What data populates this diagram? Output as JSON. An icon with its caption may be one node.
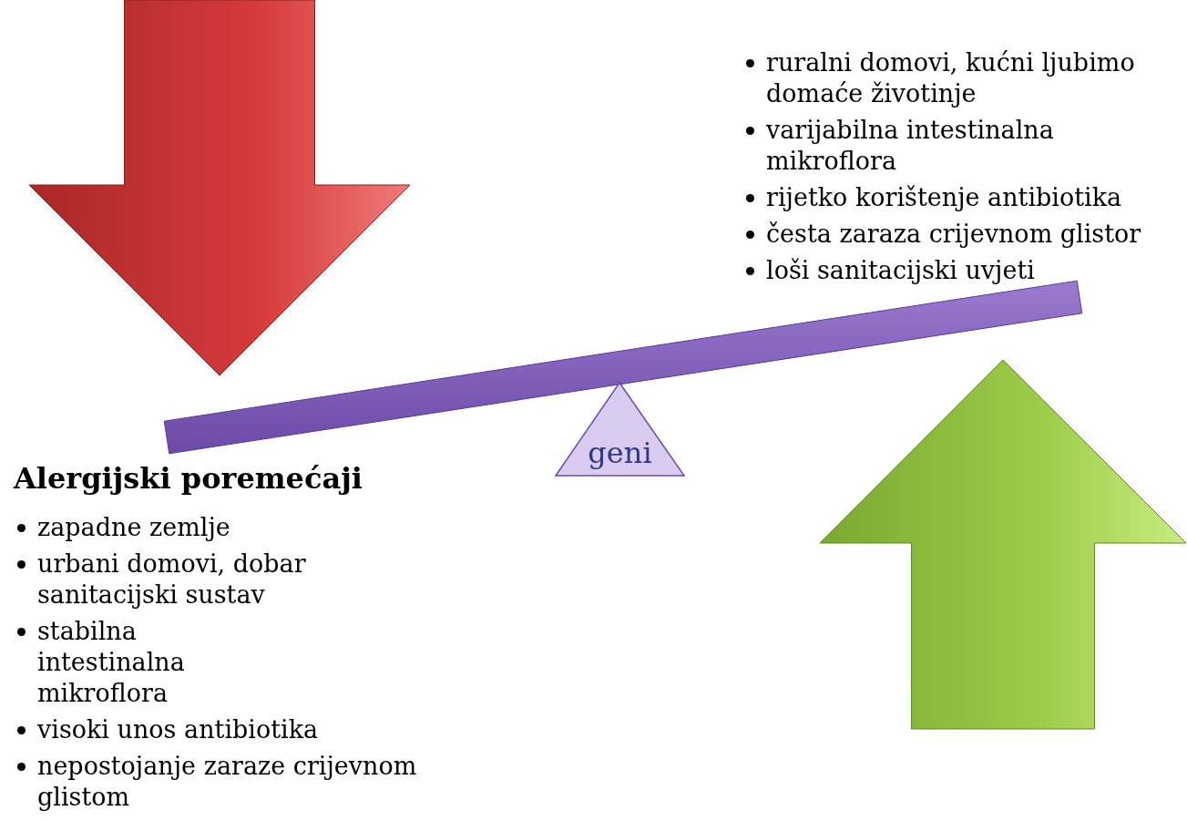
{
  "diagram": {
    "nodes": [
      {
        "text": [],
        "shape": "arrow"
      },
      {
        "text": [],
        "shape": "bar"
      },
      {
        "text": [
          "geni"
        ]
      },
      {
        "text": [],
        "shape": "arrow"
      }
    ],
    "edges": [],
    "labels": [
      "ruralni domovi, kućni ljubimo domaće životinje",
      "varijabilna intestinalna mikroflora",
      "rijetko korištenje antibiotika",
      "česta zaraza crijevnom glistor",
      "loši sanitacijski uvjeti",
      "Alergijski poremećaji",
      "zapadne zemlje",
      "urbani domovi, dobar sanitacijski sustav",
      "stabilna intestinalna mikroflora",
      "visoki unos antibiotika",
      "nepostojanje zaraze crijevnom glistom"
    ]
  }
}
